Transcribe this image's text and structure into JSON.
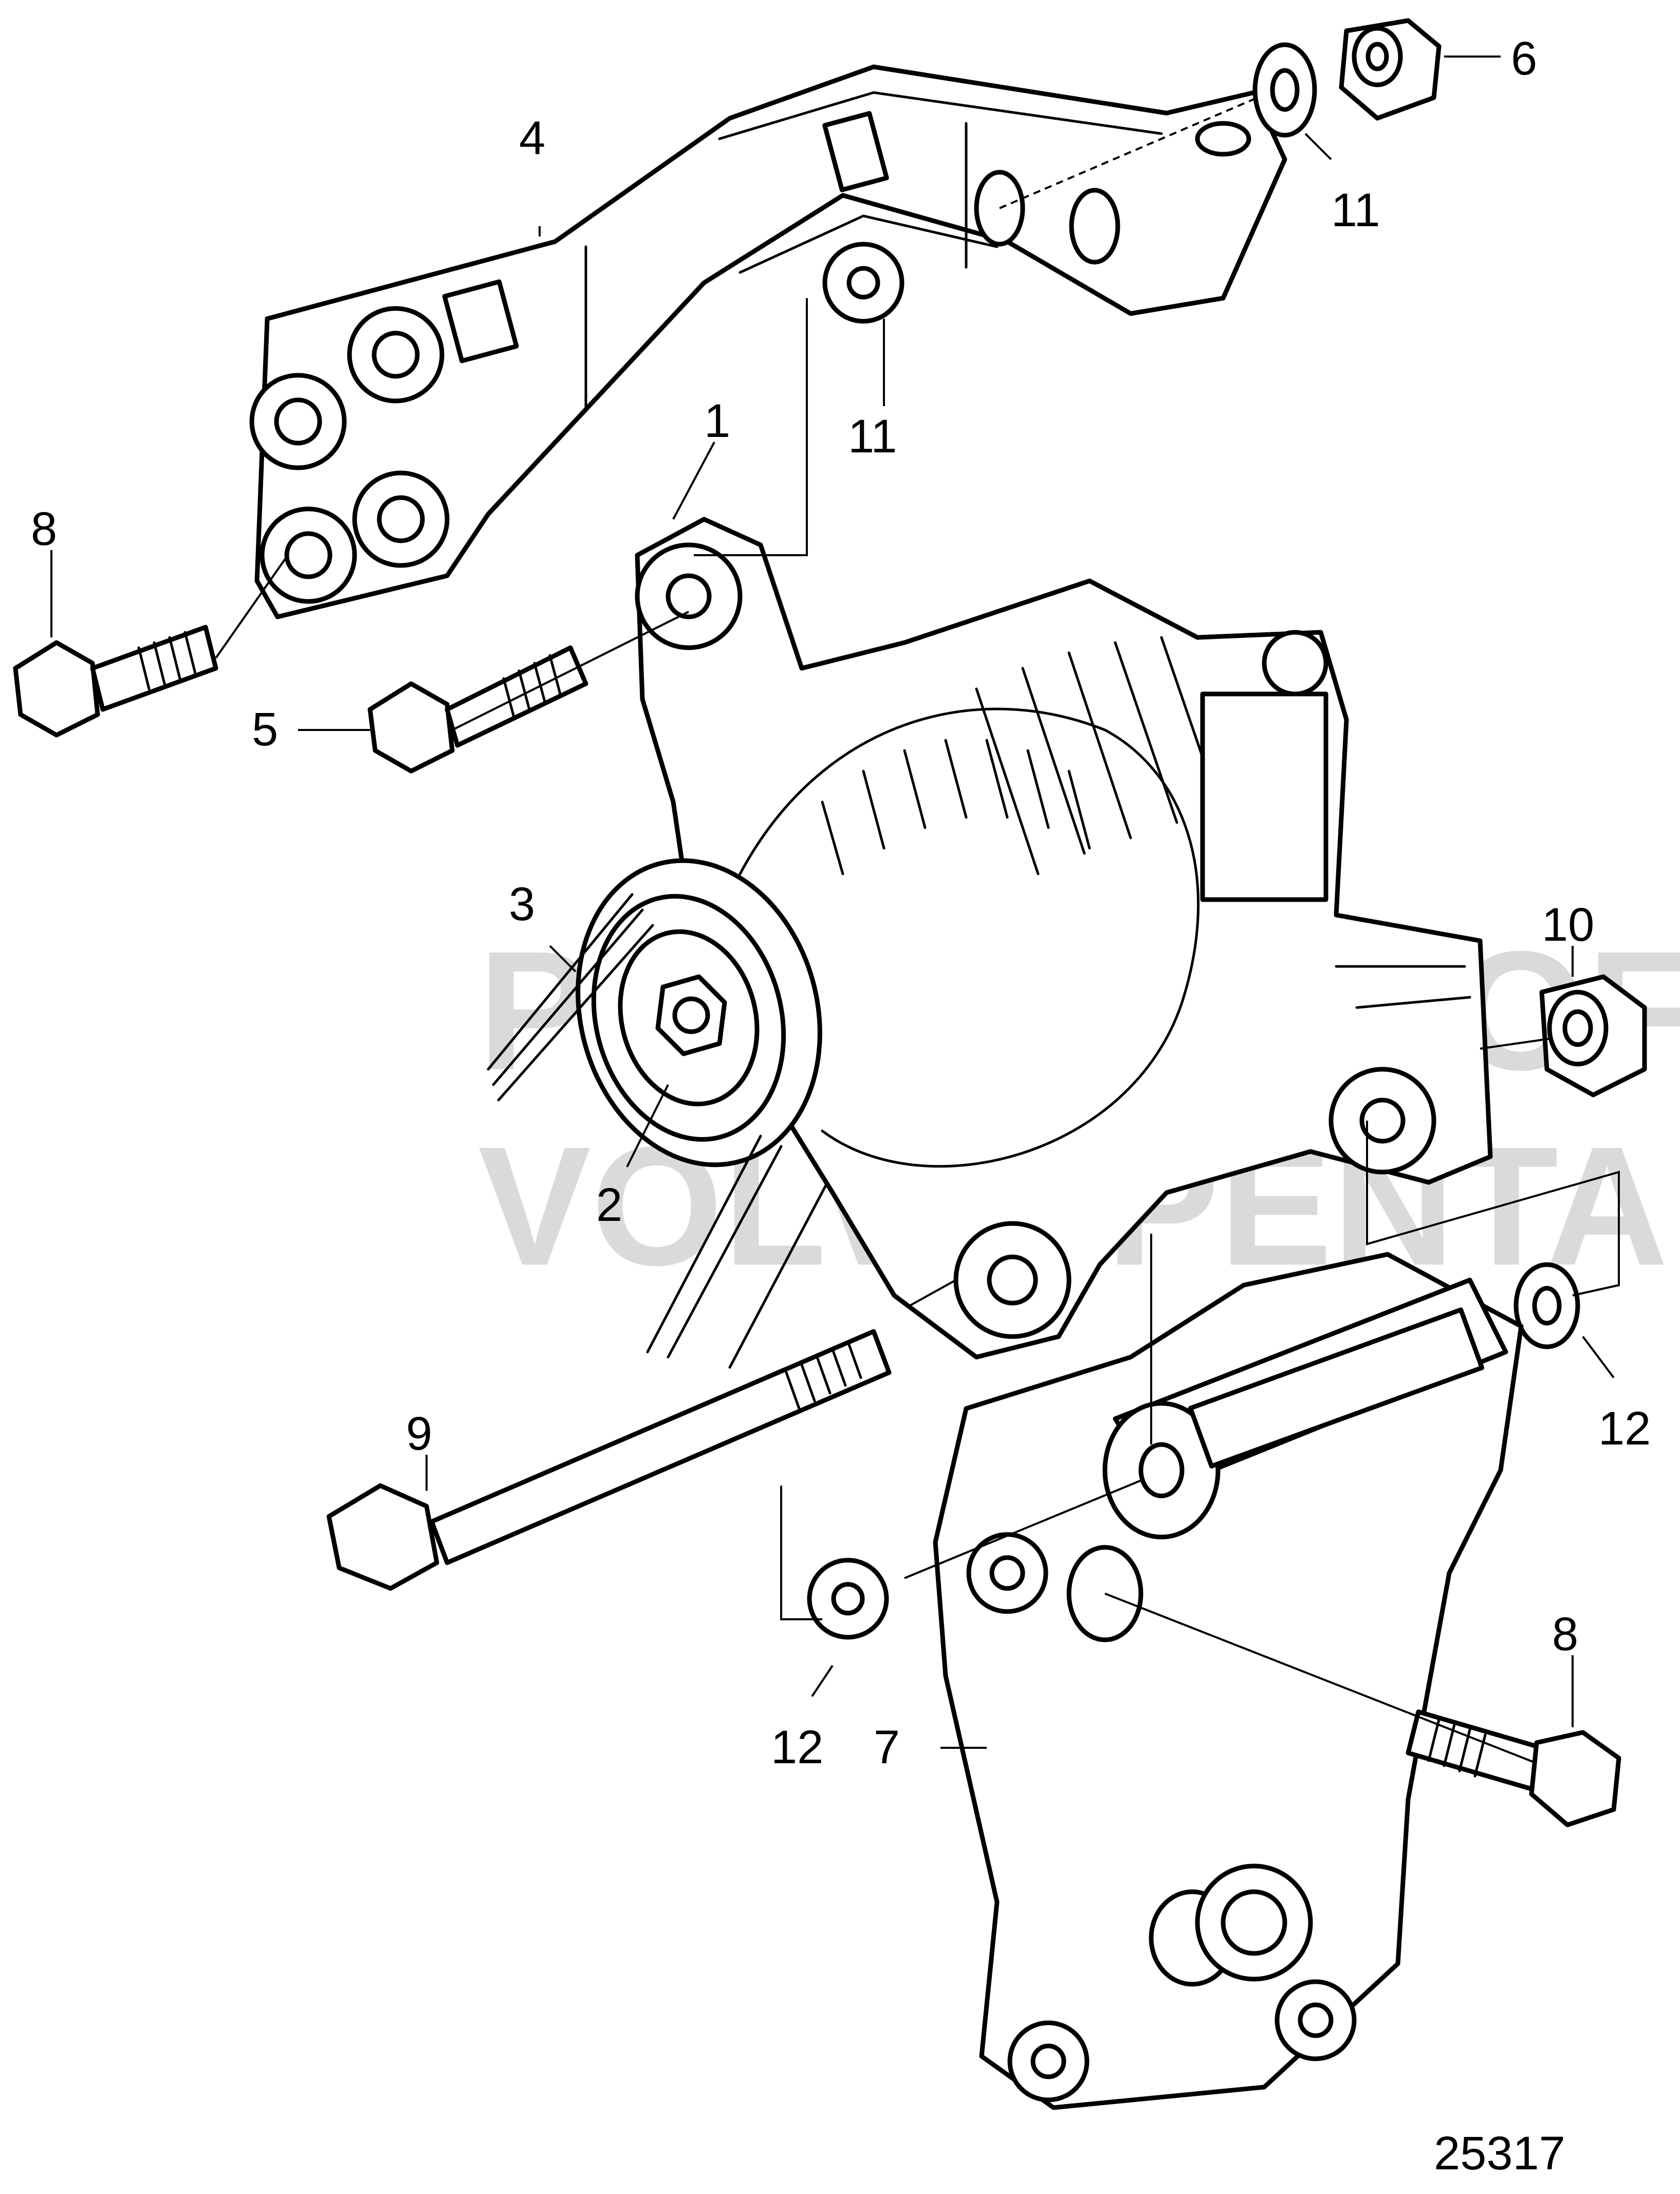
{
  "diagram": {
    "drawing_number": "25317",
    "watermark_lines": [
      "PROPERTY OF",
      "VOLVO PENTA"
    ],
    "callouts": [
      "1",
      "2",
      "3",
      "4",
      "5",
      "6",
      "7",
      "8",
      "8",
      "9",
      "10",
      "11",
      "11",
      "12",
      "12"
    ]
  }
}
